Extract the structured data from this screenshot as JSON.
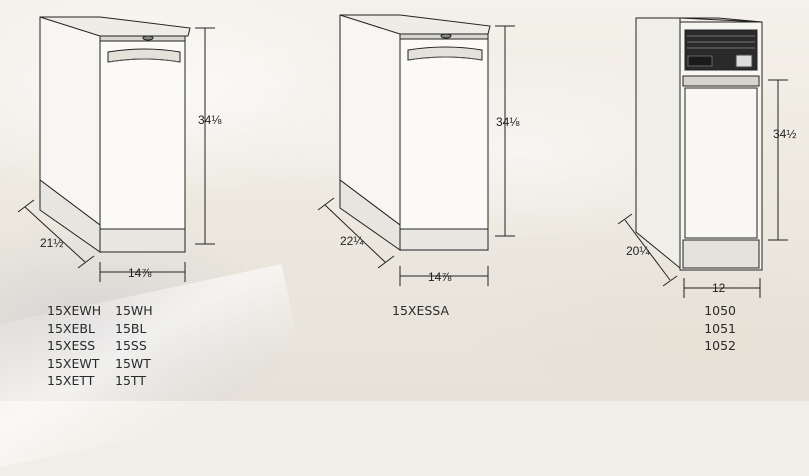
{
  "products": [
    {
      "dimensions": {
        "height": "34⅛",
        "depth": "21½",
        "width": "14⅞"
      },
      "models": [
        [
          "15XEWH",
          "15WH"
        ],
        [
          "15XEBL",
          "15BL"
        ],
        [
          "15XESS",
          "15SS"
        ],
        [
          "15XEWT",
          "15WT"
        ],
        [
          "15XETT",
          "15TT"
        ]
      ]
    },
    {
      "dimensions": {
        "height": "34⅛",
        "depth": "22¼",
        "width": "14⅞"
      },
      "models": [
        "15XESSA"
      ]
    },
    {
      "dimensions": {
        "height": "34½",
        "depth": "20¼",
        "width": "12"
      },
      "models": [
        "1050",
        "1051",
        "1052"
      ]
    }
  ]
}
